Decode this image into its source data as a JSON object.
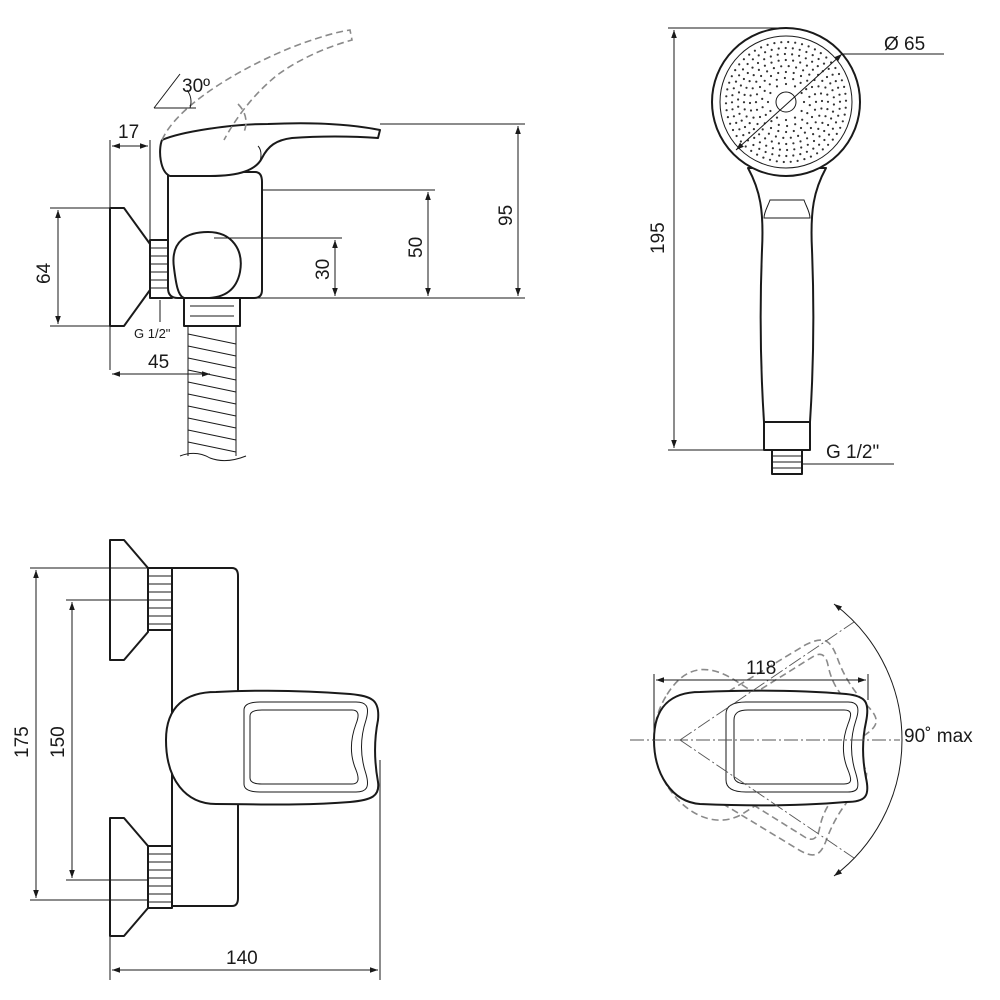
{
  "side_view": {
    "angle_label": "30º",
    "dim_17": "17",
    "dim_64": "64",
    "dim_45": "45",
    "dim_95": "95",
    "dim_50": "50",
    "dim_30": "30",
    "thread_label": "G 1/2\""
  },
  "shower_head": {
    "diameter_label": "Ø 65",
    "length_label": "195",
    "thread_label": "G 1/2\""
  },
  "front_view": {
    "dim_175": "175",
    "dim_150": "150",
    "dim_140": "140"
  },
  "top_view": {
    "dim_118": "118",
    "rotation_label": "90˚ max"
  }
}
